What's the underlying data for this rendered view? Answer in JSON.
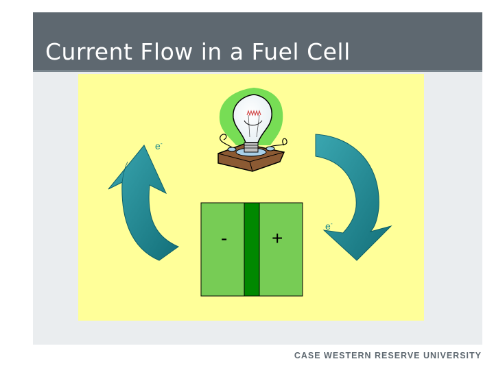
{
  "slide": {
    "title": "Current Flow in a Fuel Cell"
  },
  "diagram": {
    "electron_label_left": "e",
    "electron_label_right": "e",
    "electron_charge": "-",
    "anode_sign": "-",
    "cathode_sign": "+",
    "colors": {
      "panel_background": "#ffff99",
      "electrode": "#77cc55",
      "electrolyte": "#008800",
      "arrow": "#1a7f8a",
      "bulb_glow": "#77dd55",
      "title_bar": "#5e6870"
    },
    "icons": [
      "light-bulb-icon",
      "circular-arrow-icon"
    ]
  },
  "footer": {
    "logo_text": "CASE WESTERN RESERVE UNIVERSITY"
  }
}
